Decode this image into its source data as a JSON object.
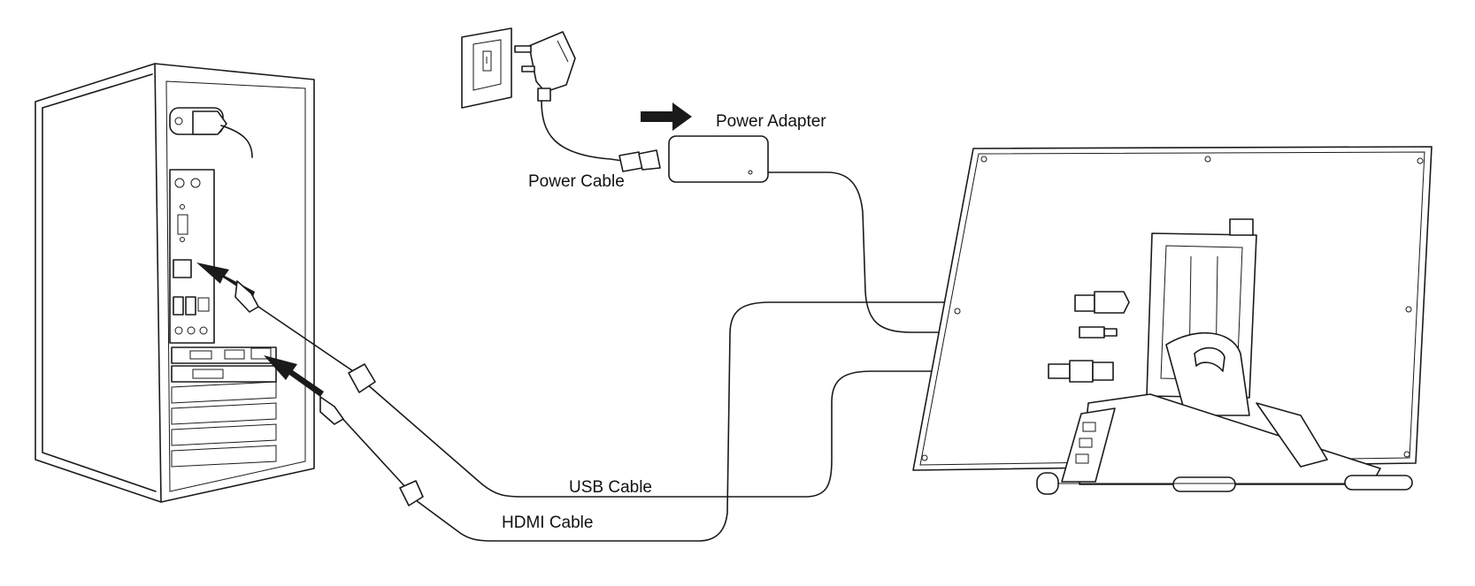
{
  "labels": {
    "power_adapter": "Power Adapter",
    "power_cable": "Power Cable",
    "usb_cable": "USB Cable",
    "hdmi_cable": "HDMI Cable"
  },
  "colors": {
    "line": "#1a1a1a",
    "background": "#ffffff"
  }
}
